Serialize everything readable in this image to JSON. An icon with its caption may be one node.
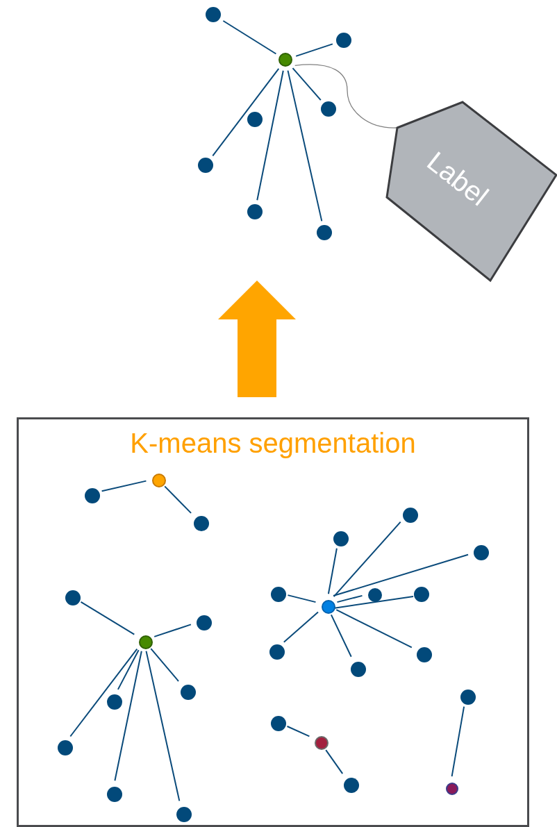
{
  "diagram": {
    "nodes": [
      {
        "text": [],
        "shape": "circle"
      },
      {
        "text": [],
        "shape": "circle"
      },
      {
        "text": [],
        "shape": "circle"
      },
      {
        "text": [],
        "shape": "circle"
      },
      {
        "text": [],
        "shape": "circle"
      },
      {
        "text": [
          "Label"
        ]
      },
      {
        "text": [],
        "shape": "circle"
      },
      {
        "text": [],
        "shape": "circle"
      },
      {
        "text": [],
        "shape": "circle"
      },
      {
        "text": [
          "K-means segmentation"
        ]
      },
      {
        "text": [],
        "shape": "circle",
        "in": 9
      },
      {
        "text": [],
        "shape": "circle",
        "in": 9
      },
      {
        "text": [],
        "shape": "circle",
        "in": 9
      },
      {
        "text": [],
        "shape": "circle",
        "in": 9
      },
      {
        "text": [],
        "shape": "circle",
        "in": 9
      },
      {
        "text": [],
        "shape": "circle",
        "in": 9
      },
      {
        "text": [],
        "shape": "circle",
        "in": 9
      },
      {
        "text": [],
        "shape": "circle",
        "in": 9
      },
      {
        "text": [],
        "shape": "circle",
        "in": 9
      },
      {
        "text": [],
        "shape": "circle",
        "in": 9
      },
      {
        "text": [],
        "shape": "circle",
        "in": 9
      },
      {
        "text": [],
        "shape": "circle",
        "in": 9
      },
      {
        "text": [],
        "shape": "circle",
        "in": 9
      },
      {
        "text": [],
        "shape": "circle",
        "in": 9
      },
      {
        "text": [],
        "shape": "circle",
        "in": 9
      },
      {
        "text": [],
        "shape": "circle",
        "in": 9
      },
      {
        "text": [],
        "shape": "circle",
        "in": 9
      },
      {
        "text": [],
        "shape": "circle",
        "in": 9
      },
      {
        "text": [],
        "shape": "circle",
        "in": 9
      },
      {
        "text": [],
        "shape": "circle",
        "in": 9
      },
      {
        "text": [],
        "shape": "circle",
        "in": 9
      },
      {
        "text": [],
        "shape": "circle",
        "in": 9
      },
      {
        "text": [],
        "shape": "circle",
        "in": 9
      },
      {
        "text": [],
        "shape": "circle",
        "in": 9
      },
      {
        "text": [],
        "shape": "circle",
        "in": 9
      },
      {
        "text": [],
        "shape": "circle",
        "in": 9
      }
    ],
    "edges": [
      {
        "from": 2,
        "to": 0,
        "arrow": "none"
      },
      {
        "from": 2,
        "to": 1,
        "arrow": "none"
      },
      {
        "from": 2,
        "to": 4,
        "arrow": "none"
      },
      {
        "from": 2,
        "to": 6,
        "arrow": "none"
      },
      {
        "from": 2,
        "to": 7,
        "arrow": "none"
      },
      {
        "from": 2,
        "to": 8,
        "arrow": "none"
      },
      {
        "from": 2,
        "to": 5,
        "arrow": "none",
        "color": "#808080"
      },
      {
        "from": 10,
        "to": 11,
        "arrow": "none"
      },
      {
        "from": 10,
        "to": 12,
        "arrow": "none"
      },
      {
        "from": 20,
        "to": 13,
        "arrow": "none"
      },
      {
        "from": 20,
        "to": 14,
        "arrow": "none"
      },
      {
        "from": 20,
        "to": 15,
        "arrow": "none"
      },
      {
        "from": 20,
        "to": 17,
        "arrow": "none"
      },
      {
        "from": 20,
        "to": 18,
        "arrow": "none"
      },
      {
        "from": 20,
        "to": 19,
        "arrow": "none"
      },
      {
        "from": 20,
        "to": 23,
        "arrow": "none"
      },
      {
        "from": 20,
        "to": 24,
        "arrow": "none"
      },
      {
        "from": 20,
        "to": 25,
        "arrow": "none"
      },
      {
        "from": 22,
        "to": 16,
        "arrow": "none"
      },
      {
        "from": 22,
        "to": 21,
        "arrow": "none"
      },
      {
        "from": 22,
        "to": 26,
        "arrow": "none"
      },
      {
        "from": 22,
        "to": 27,
        "arrow": "none"
      },
      {
        "from": 22,
        "to": 31,
        "arrow": "none"
      },
      {
        "from": 22,
        "to": 34,
        "arrow": "none"
      },
      {
        "from": 22,
        "to": 35,
        "arrow": "none"
      },
      {
        "from": 30,
        "to": 29,
        "arrow": "none"
      },
      {
        "from": 30,
        "to": 33,
        "arrow": "none"
      },
      {
        "from": 32,
        "to": 28,
        "arrow": "none"
      }
    ]
  }
}
